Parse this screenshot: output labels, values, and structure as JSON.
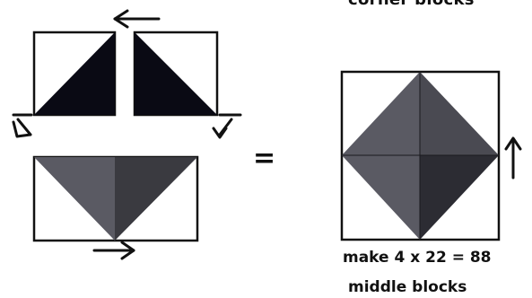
{
  "labels": {
    "top_caption": "corner blocks",
    "equals": "=",
    "make_line": "make 4 x 22 = 88",
    "middle_line": "middle blocks"
  },
  "colors": {
    "outline": "#111111",
    "black_triangle": "#0a0a14",
    "grey_left": "#5a5a63",
    "grey_right": "#3a3a40",
    "grey_top": "#4a4a52",
    "grey_bottom_right": "#2c2c33"
  },
  "icons": [
    "arrow-left-icon",
    "arrow-down-left-icon",
    "arrow-down-right-icon",
    "arrow-right-icon",
    "arrow-up-icon"
  ]
}
